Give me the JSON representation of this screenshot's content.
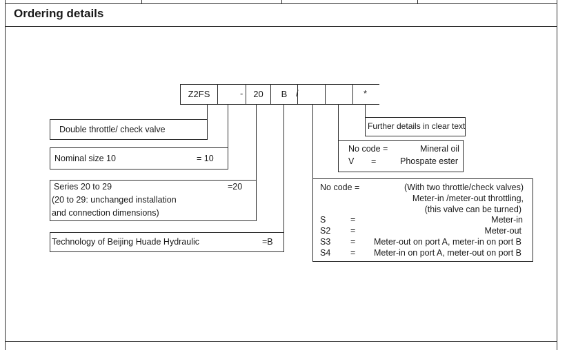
{
  "section": {
    "title": "Ordering details"
  },
  "code": {
    "cells": [
      "Z2FS",
      "",
      "20",
      "B",
      "",
      "",
      "*"
    ],
    "dash": "-",
    "slash": "/"
  },
  "options": {
    "valve_type": {
      "label": "Double throttle/ check valve"
    },
    "nominal_size": {
      "label": "Nominal size 10",
      "value": "= 10"
    },
    "series": {
      "line1": "Series 20 to 29",
      "line2": "(20 to 29: unchanged installation",
      "line3": "and connection dimensions)",
      "value": "=20"
    },
    "technology": {
      "label": "Technology of Beijing Huade Hydraulic",
      "value": "=B"
    },
    "further_details": {
      "label": "Further details in clear text"
    },
    "seals": {
      "rows": [
        {
          "code": "No code =",
          "eq": "",
          "desc": "Mineral oil"
        },
        {
          "code": "V",
          "eq": "=",
          "desc": "Phospate ester"
        }
      ]
    },
    "throttle": {
      "no_code": "No code =",
      "no_code_lines": [
        "(With two throttle/check  valves)",
        "Meter-in /meter-out throttling,",
        "(this valve can be turned)"
      ],
      "rows": [
        {
          "code": "S",
          "eq": "=",
          "desc": "Meter-in"
        },
        {
          "code": "S2",
          "eq": "=",
          "desc": "Meter-out"
        },
        {
          "code": "S3",
          "eq": "=",
          "desc": "Meter-out on port A, meter-in on port B"
        },
        {
          "code": "S4",
          "eq": "=",
          "desc": "Meter-in on port A, meter-out on port B"
        }
      ]
    }
  }
}
